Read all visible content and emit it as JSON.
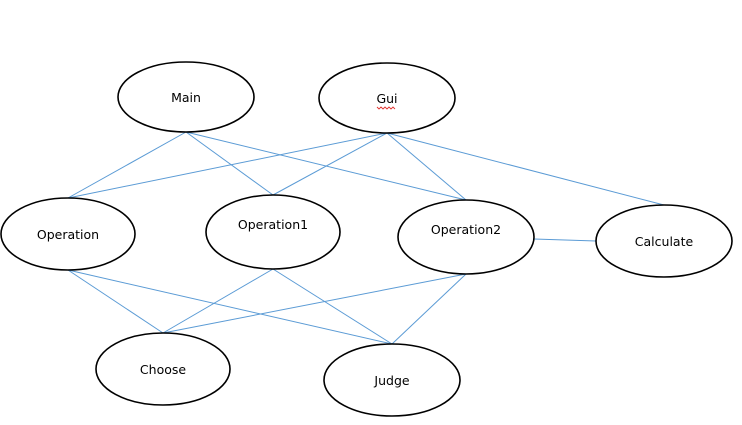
{
  "diagram": {
    "type": "dependency-graph",
    "colors": {
      "edge": "#5b9bd5",
      "node_border": "#000000",
      "node_fill": "#ffffff",
      "spellcheck_underline": "#e0302b"
    },
    "nodes": [
      {
        "id": "main",
        "label": "Main"
      },
      {
        "id": "gui",
        "label": "Gui",
        "spellcheck_flagged": true
      },
      {
        "id": "operation",
        "label": "Operation"
      },
      {
        "id": "operation1",
        "label": "Operation1"
      },
      {
        "id": "operation2",
        "label": "Operation2"
      },
      {
        "id": "calculate",
        "label": "Calculate"
      },
      {
        "id": "choose",
        "label": "Choose"
      },
      {
        "id": "judge",
        "label": "Judge"
      }
    ],
    "edges": [
      {
        "from": "main",
        "to": "operation"
      },
      {
        "from": "main",
        "to": "operation1"
      },
      {
        "from": "main",
        "to": "operation2"
      },
      {
        "from": "gui",
        "to": "operation"
      },
      {
        "from": "gui",
        "to": "operation1"
      },
      {
        "from": "gui",
        "to": "operation2"
      },
      {
        "from": "gui",
        "to": "calculate"
      },
      {
        "from": "operation",
        "to": "choose"
      },
      {
        "from": "operation",
        "to": "judge"
      },
      {
        "from": "operation1",
        "to": "choose"
      },
      {
        "from": "operation1",
        "to": "judge"
      },
      {
        "from": "operation2",
        "to": "choose"
      },
      {
        "from": "operation2",
        "to": "judge"
      },
      {
        "from": "operation2",
        "to": "calculate"
      }
    ]
  }
}
